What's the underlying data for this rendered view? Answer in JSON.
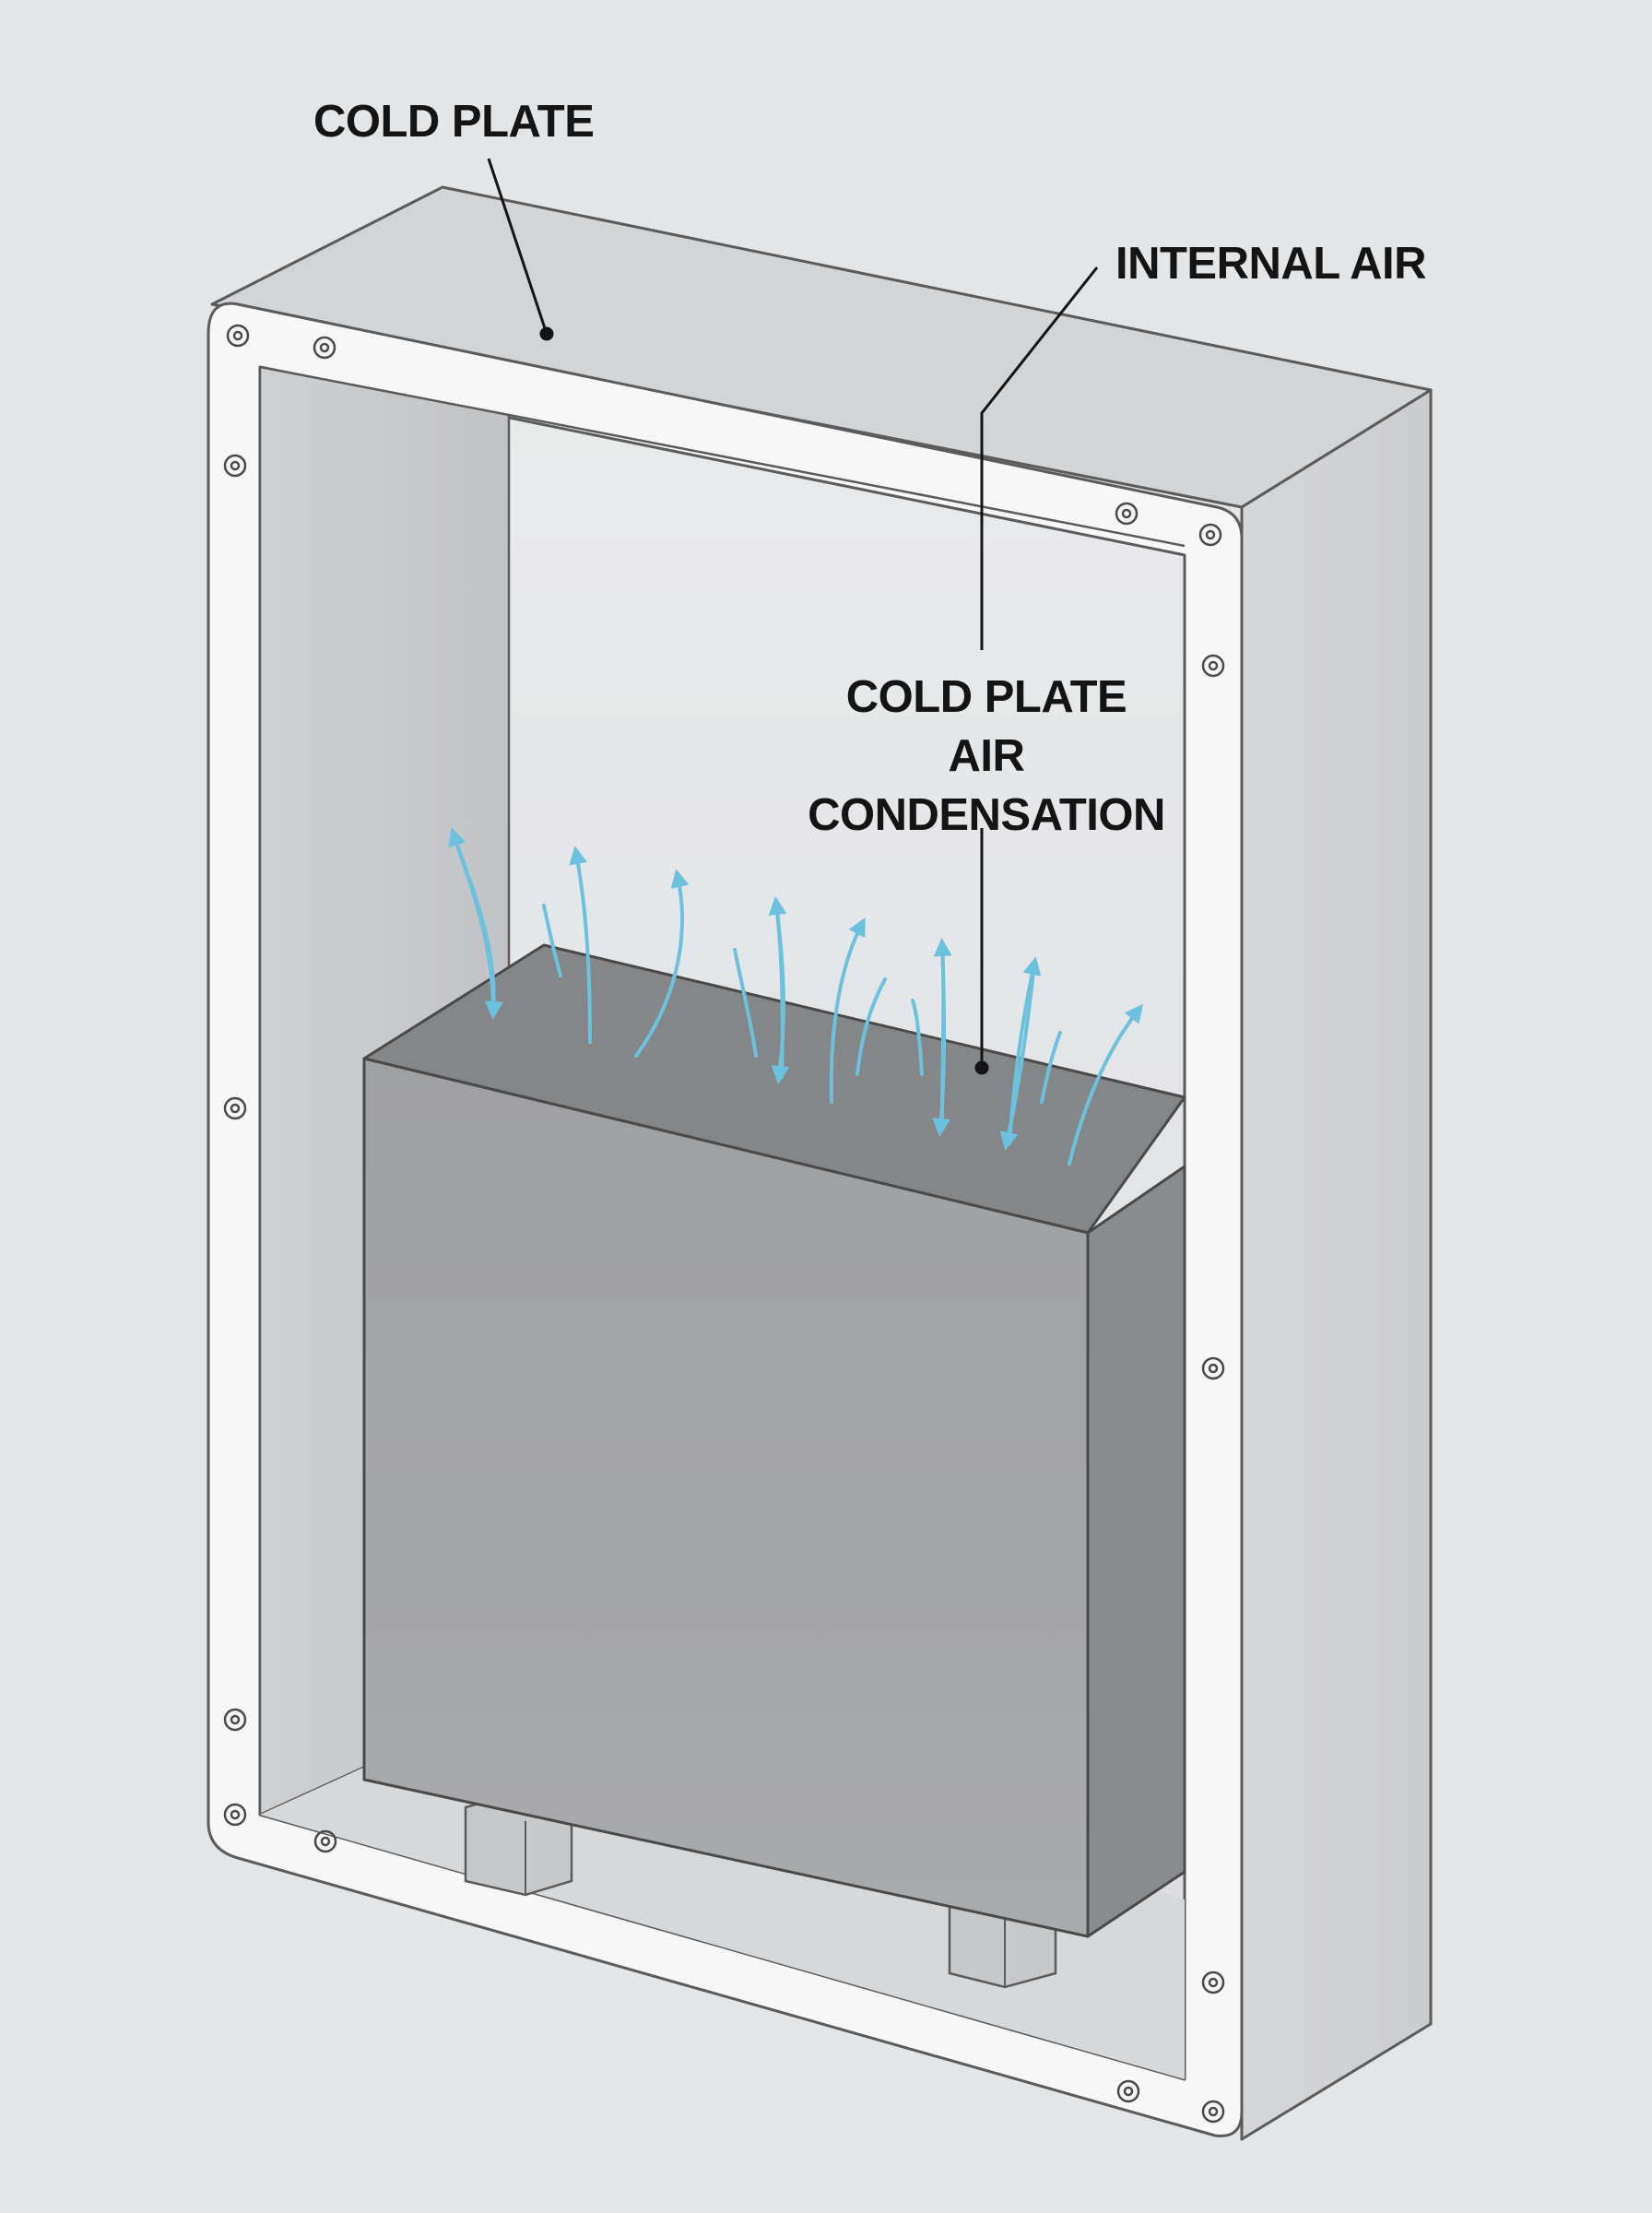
{
  "labels": {
    "cold_plate_top": "COLD PLATE",
    "internal_air": "INTERNAL AIR",
    "center_line_1": "COLD PLATE",
    "center_line_2": "AIR",
    "center_line_3": "CONDENSATION"
  },
  "colors": {
    "background": "#e4e5e6",
    "frame": "#f7f7f7",
    "outline": "#5b5b5b",
    "block_front": "#a4a5a7",
    "block_top": "#858688",
    "block_side": "#8a8b8d",
    "airflow": "#6cc2de",
    "leader": "#141414"
  }
}
